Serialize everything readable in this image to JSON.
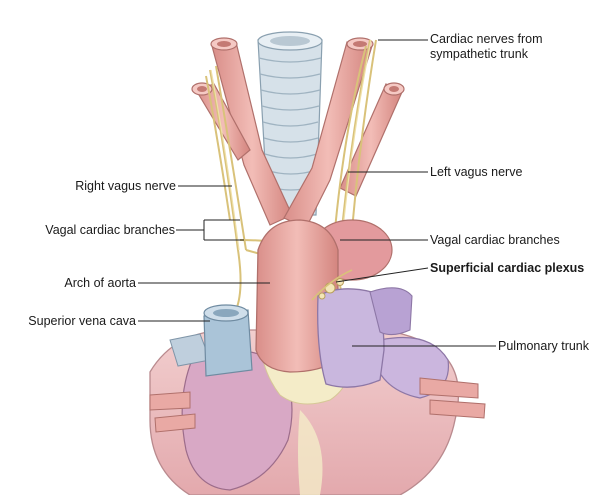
{
  "figure": {
    "labels": {
      "cardiac_nerves_sympathetic": [
        "Cardiac nerves from",
        "sympathetic trunk"
      ],
      "left_vagus_nerve": "Left vagus nerve",
      "right_vagus_nerve": "Right vagus nerve",
      "vagal_cardiac_branches_left": "Vagal cardiac branches",
      "vagal_cardiac_branches_right": "Vagal cardiac branches",
      "superficial_cardiac_plexus": "Superficial cardiac plexus",
      "arch_of_aorta": "Arch of aorta",
      "superior_vena_cava": "Superior vena cava",
      "pulmonary_trunk": "Pulmonary trunk"
    },
    "colors": {
      "artery": "#e9a9a4",
      "artery_dark": "#c9807b",
      "vein": "#a9c3d6",
      "trachea": "#cfdbe4",
      "nerve": "#efe0a8",
      "pulmonary": "#c9b7de",
      "heart": "#f0c3c3",
      "atrium": "#d9a9c7",
      "fat": "#f4ecc8",
      "line": "#222222"
    }
  }
}
